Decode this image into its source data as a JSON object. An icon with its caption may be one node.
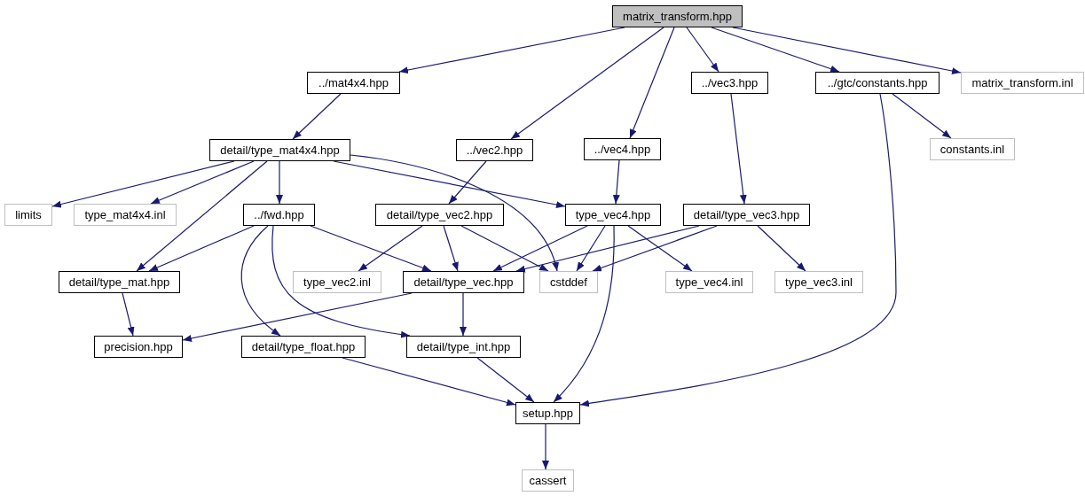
{
  "diagram": {
    "nodes": [
      {
        "text": [
          "matrix_transform.hpp"
        ]
      },
      {
        "text": [
          "../mat4x4.hpp"
        ]
      },
      {
        "text": [
          "../vec2.hpp"
        ]
      },
      {
        "text": [
          "../vec4.hpp"
        ]
      },
      {
        "text": [
          "../vec3.hpp"
        ]
      },
      {
        "text": [
          "../gtc/constants.hpp"
        ]
      },
      {
        "text": [
          "matrix_transform.inl"
        ]
      },
      {
        "text": [
          "constants.inl"
        ]
      },
      {
        "text": [
          "detail/type_mat4x4.hpp"
        ]
      },
      {
        "text": [
          "limits"
        ]
      },
      {
        "text": [
          "type_mat4x4.inl"
        ]
      },
      {
        "text": [
          "../fwd.hpp"
        ]
      },
      {
        "text": [
          "detail/type_vec2.hpp"
        ]
      },
      {
        "text": [
          "type_vec4.hpp"
        ]
      },
      {
        "text": [
          "detail/type_vec3.hpp"
        ]
      },
      {
        "text": [
          "detail/type_mat.hpp"
        ]
      },
      {
        "text": [
          "type_vec2.inl"
        ]
      },
      {
        "text": [
          "detail/type_vec.hpp"
        ]
      },
      {
        "text": [
          "cstddef"
        ]
      },
      {
        "text": [
          "type_vec4.inl"
        ]
      },
      {
        "text": [
          "type_vec3.inl"
        ]
      },
      {
        "text": [
          "precision.hpp"
        ]
      },
      {
        "text": [
          "detail/type_float.hpp"
        ]
      },
      {
        "text": [
          "detail/type_int.hpp"
        ]
      },
      {
        "text": [
          "setup.hpp"
        ]
      },
      {
        "text": [
          "cassert"
        ]
      }
    ],
    "edges": [
      {
        "from": 0,
        "to": 1,
        "arrow": "to"
      },
      {
        "from": 0,
        "to": 2,
        "arrow": "to"
      },
      {
        "from": 0,
        "to": 3,
        "arrow": "to"
      },
      {
        "from": 0,
        "to": 4,
        "arrow": "to"
      },
      {
        "from": 0,
        "to": 5,
        "arrow": "to"
      },
      {
        "from": 0,
        "to": 6,
        "arrow": "to"
      },
      {
        "from": 1,
        "to": 8,
        "arrow": "to"
      },
      {
        "from": 5,
        "to": 24,
        "arrow": "to"
      },
      {
        "from": 5,
        "to": 7,
        "arrow": "to"
      },
      {
        "from": 4,
        "to": 14,
        "arrow": "to"
      },
      {
        "from": 2,
        "to": 12,
        "arrow": "to"
      },
      {
        "from": 3,
        "to": 13,
        "arrow": "to"
      },
      {
        "from": 8,
        "to": 9,
        "arrow": "to"
      },
      {
        "from": 8,
        "to": 10,
        "arrow": "to"
      },
      {
        "from": 8,
        "to": 15,
        "arrow": "to"
      },
      {
        "from": 8,
        "to": 11,
        "arrow": "to"
      },
      {
        "from": 8,
        "to": 13,
        "arrow": "to"
      },
      {
        "from": 8,
        "to": 18,
        "arrow": "to"
      },
      {
        "from": 11,
        "to": 15,
        "arrow": "to"
      },
      {
        "from": 11,
        "to": 22,
        "arrow": "to"
      },
      {
        "from": 11,
        "to": 23,
        "arrow": "to"
      },
      {
        "from": 11,
        "to": 17,
        "arrow": "to"
      },
      {
        "from": 12,
        "to": 16,
        "arrow": "to"
      },
      {
        "from": 12,
        "to": 17,
        "arrow": "to"
      },
      {
        "from": 12,
        "to": 18,
        "arrow": "to"
      },
      {
        "from": 13,
        "to": 17,
        "arrow": "to"
      },
      {
        "from": 13,
        "to": 18,
        "arrow": "to"
      },
      {
        "from": 13,
        "to": 24,
        "arrow": "to"
      },
      {
        "from": 13,
        "to": 19,
        "arrow": "to"
      },
      {
        "from": 14,
        "to": 17,
        "arrow": "to"
      },
      {
        "from": 14,
        "to": 18,
        "arrow": "to"
      },
      {
        "from": 14,
        "to": 20,
        "arrow": "to"
      },
      {
        "from": 15,
        "to": 21,
        "arrow": "to"
      },
      {
        "from": 17,
        "to": 21,
        "arrow": "to"
      },
      {
        "from": 17,
        "to": 23,
        "arrow": "to"
      },
      {
        "from": 22,
        "to": 24,
        "arrow": "to"
      },
      {
        "from": 23,
        "to": 24,
        "arrow": "to"
      },
      {
        "from": 24,
        "to": 25,
        "arrow": "to"
      }
    ]
  }
}
